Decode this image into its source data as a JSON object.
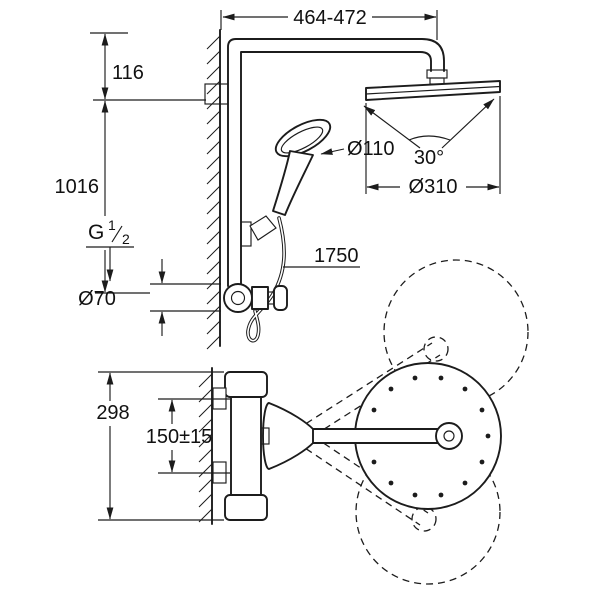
{
  "diagram": {
    "type": "technical-dimension-drawing",
    "subject": "wall-mounted shower system with thermostat and swivel head",
    "labels": {
      "arm_projection": "464-472",
      "top_offset": "116",
      "riser_height": "1016",
      "thread_prefix": "G",
      "thread_numerator": "1",
      "thread_denominator": "2",
      "hand_shower_diameter": "Ø110",
      "spray_angle": "30°",
      "head_diameter": "Ø310",
      "hose_length": "1750",
      "supply_escutcheon_diameter": "Ø70",
      "thermostat_width": "298",
      "connection_spacing": "150±15"
    },
    "colors": {
      "line": "#1c1c1c",
      "background": "#ffffff"
    }
  }
}
